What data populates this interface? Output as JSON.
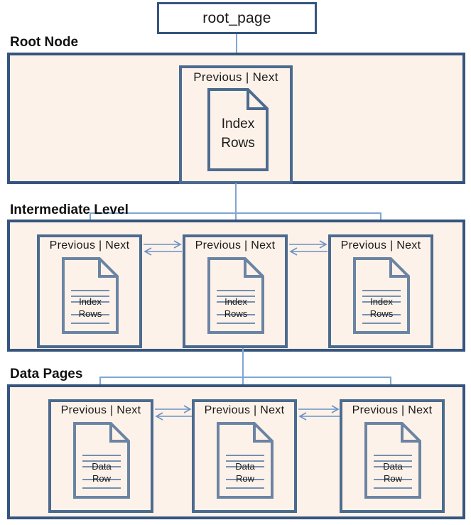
{
  "diagram": {
    "title": "root_page",
    "colors": {
      "section_border": "#35557F",
      "section_fill": "#FDF2E9",
      "node_border": "#4C6B8F",
      "connector": "#7FA6D4",
      "doc_line": "#4A6E9E"
    },
    "root_page_label": "root_page",
    "sections": [
      {
        "id": "root-node",
        "heading": "Root Node",
        "nodes": [
          {
            "header": "Previous  |  Next",
            "doc_label_line1": "Index",
            "doc_label_line2": "Rows",
            "has_rule_lines": false
          }
        ]
      },
      {
        "id": "intermediate-level",
        "heading": "Intermediate Level",
        "nodes": [
          {
            "header": "Previous  |  Next",
            "doc_label_line1": "Index",
            "doc_label_line2": "Rows",
            "has_rule_lines": true
          },
          {
            "header": "Previous  |  Next",
            "doc_label_line1": "Index",
            "doc_label_line2": "Rows",
            "has_rule_lines": true
          },
          {
            "header": "Previous  |  Next",
            "doc_label_line1": "Index",
            "doc_label_line2": "Rows",
            "has_rule_lines": true
          }
        ]
      },
      {
        "id": "data-pages",
        "heading": "Data Pages",
        "nodes": [
          {
            "header": "Previous  |  Next",
            "doc_label_line1": "Data",
            "doc_label_line2": "Row",
            "has_rule_lines": true
          },
          {
            "header": "Previous  |  Next",
            "doc_label_line1": "Data",
            "doc_label_line2": "Row",
            "has_rule_lines": true
          },
          {
            "header": "Previous  |  Next",
            "doc_label_line1": "Data",
            "doc_label_line2": "Row",
            "has_rule_lines": true
          }
        ]
      }
    ]
  }
}
